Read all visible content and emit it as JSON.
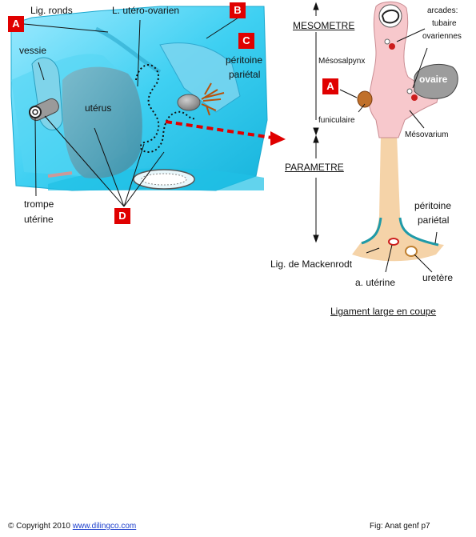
{
  "left_diagram": {
    "labels": {
      "lig_ronds": "Lig. ronds",
      "utero_ovarien": "L. utéro-ovarien",
      "vessie": "vessie",
      "peritoine_parietal_line1": "péritoine",
      "peritoine_parietal_line2": "pariétal",
      "uterus": "utérus",
      "trompe_line1": "trompe",
      "trompe_line2": "utérine"
    },
    "markers": {
      "a": "A",
      "b": "B",
      "c": "C",
      "d": "D"
    }
  },
  "right_diagram": {
    "labels": {
      "mesometre": "MESOMETRE",
      "mesosalpynx": "Mésosalpynx",
      "arcades_line1": "arcades:",
      "arcades_line2": "tubaire",
      "arcades_line3": "ovariennes",
      "ovaire": "ovaire",
      "funiculaire": "funiculaire",
      "mesovarium": "Mésovarium",
      "parametre": "PARAMETRE",
      "peritoine_line1": "péritoine",
      "peritoine_line2": "pariétal",
      "lig_mackenrodt": "Lig. de Mackenrodt",
      "a_uterine": "a. utérine",
      "uretere": "uretère",
      "caption": "Ligament large en coupe"
    },
    "markers": {
      "a": "A"
    }
  },
  "footer": {
    "copyright_symbol": "©",
    "copyright_text": "Copyright 2010",
    "site_link": "www.dilingco.com",
    "figure_ref": "Fig:  Anat genf p7"
  },
  "colors": {
    "marker_red": "#e00000",
    "peritoneum_cyan": "#33ccee",
    "tube_pink": "#f7c8cc",
    "parametre_tan": "#f5d3a8",
    "arrow_red": "#e00000"
  }
}
